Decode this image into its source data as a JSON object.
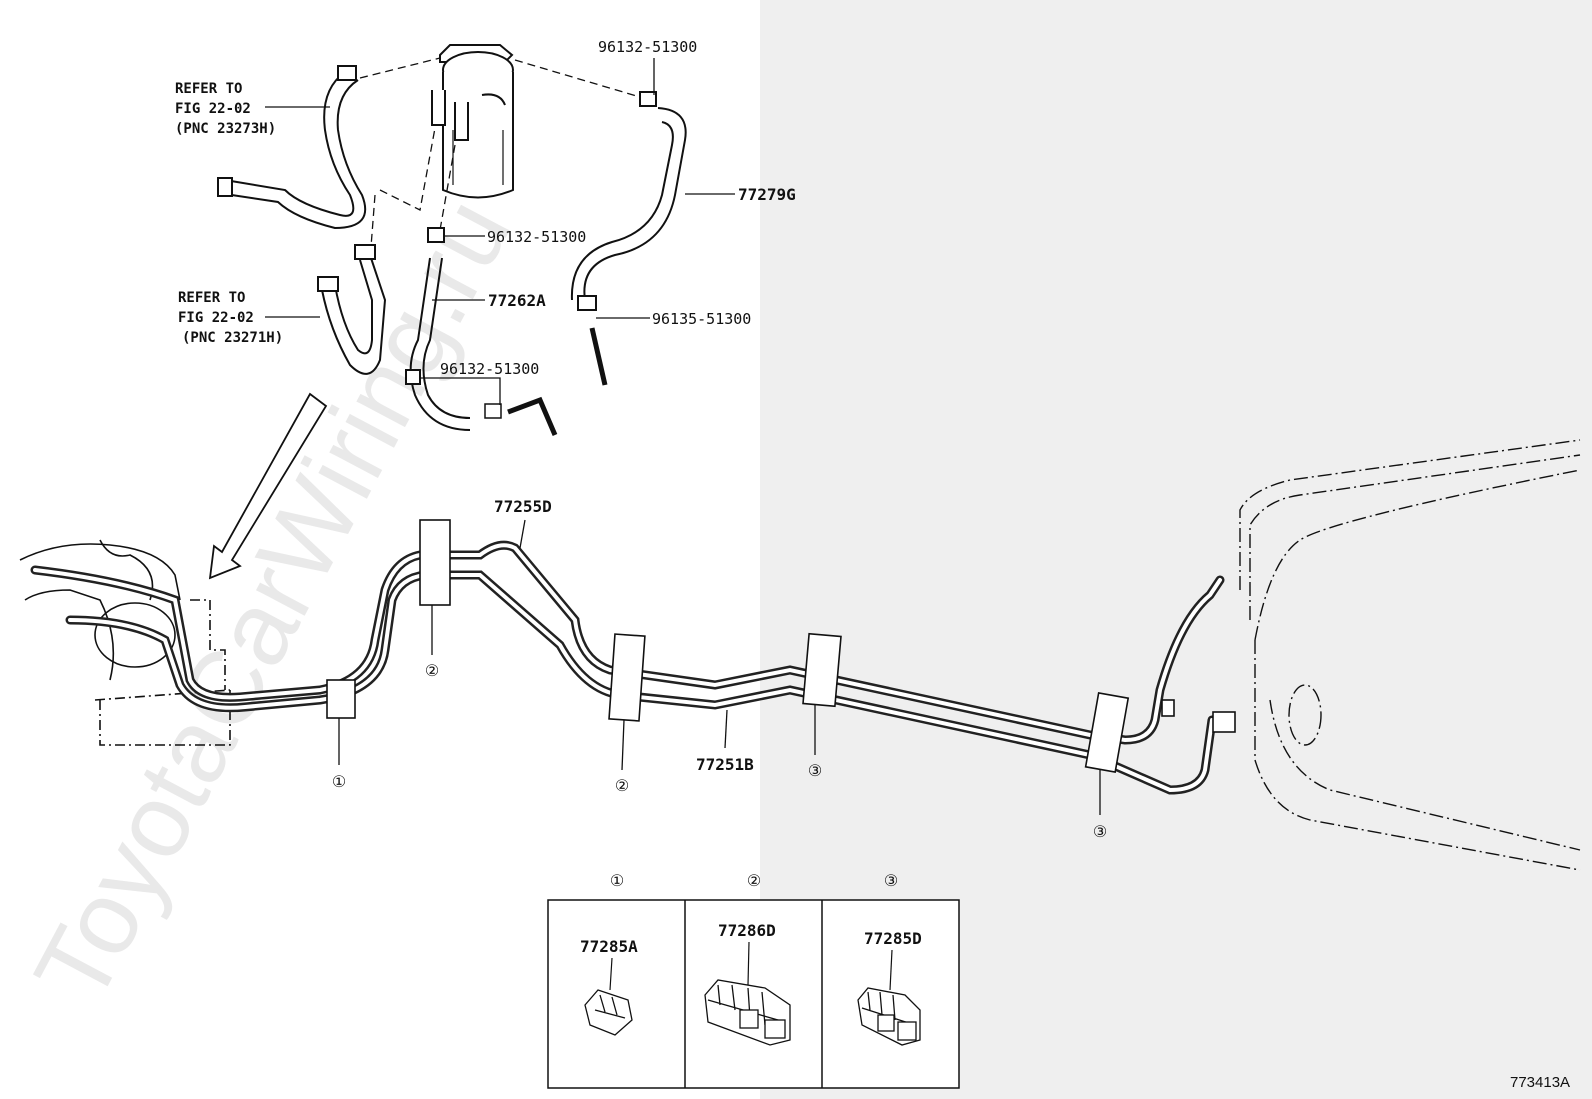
{
  "watermark": "ToyotaCarWiring.ru",
  "figure_number": "773413A",
  "refer_1": {
    "line1": "REFER TO",
    "line2": "FIG 22-02",
    "line3": "(PNC 23273H)"
  },
  "refer_2": {
    "line1": "REFER TO",
    "line2": "FIG 22-02",
    "line3": "(PNC 23271H)"
  },
  "part_labels": {
    "clip_top_right": "96132-51300",
    "hose_77279G": "77279G",
    "clip_mid": "96132-51300",
    "hose_77262A": "77262A",
    "clip_96135": "96135-51300",
    "clip_lower": "96132-51300",
    "tube_77255D": "77255D",
    "tube_77251B": "77251B"
  },
  "clamp_markers": [
    "①",
    "②",
    "②",
    "③",
    "③"
  ],
  "legend": {
    "cells": [
      {
        "marker": "①",
        "part": "77285A"
      },
      {
        "marker": "②",
        "part": "77286D"
      },
      {
        "marker": "③",
        "part": "77285D"
      }
    ]
  }
}
